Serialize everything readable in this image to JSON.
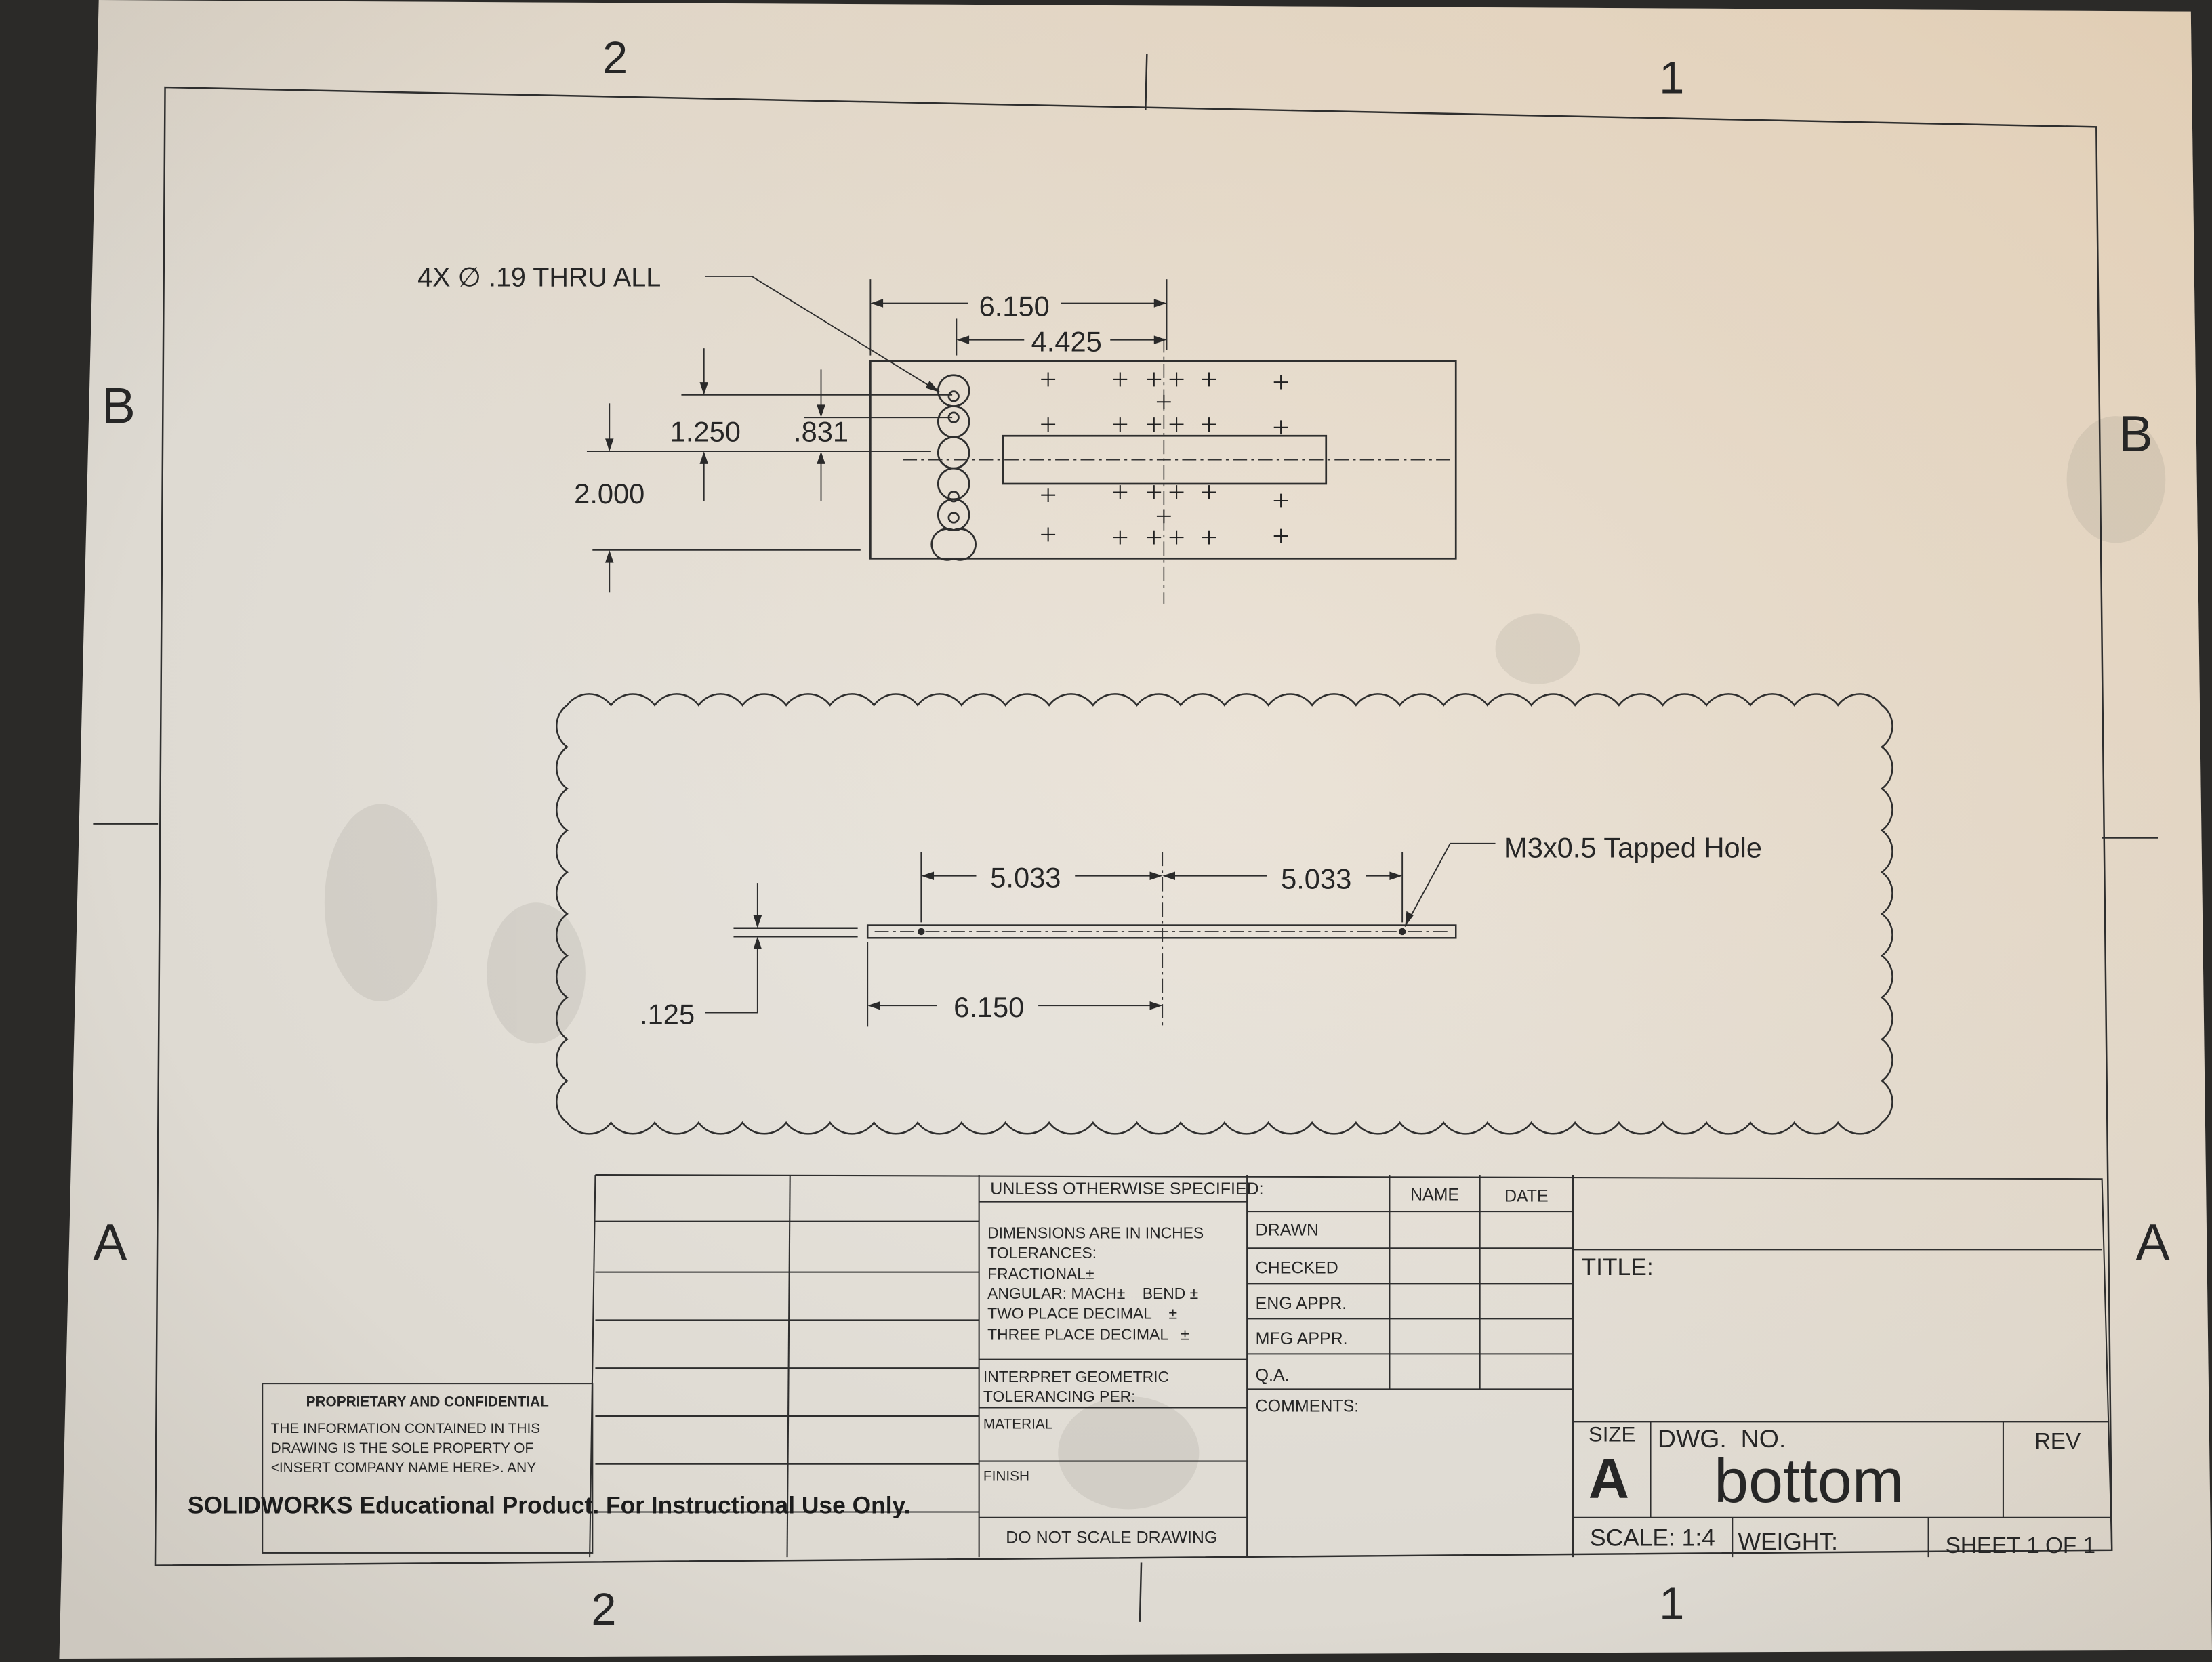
{
  "zones": {
    "top": [
      "2",
      "1"
    ],
    "bottom": [
      "2",
      "1"
    ],
    "left": [
      "B",
      "A"
    ],
    "right": [
      "B",
      "A"
    ]
  },
  "top_view": {
    "holes_note": "4X ∅ .19 THRU ALL",
    "dim_a": "6.150",
    "dim_b": "4.425",
    "dim_c": "1.250",
    "dim_d": ".831",
    "dim_e": "2.000"
  },
  "side_view": {
    "dim_left": "5.033",
    "dim_right": "5.033",
    "dim_thickness": ".125",
    "dim_bottom": "6.150",
    "tapped_hole_note": "M3x0.5 Tapped Hole"
  },
  "title_block": {
    "unless_specified": "UNLESS OTHERWISE SPECIFIED:",
    "name_header": "NAME",
    "date_header": "DATE",
    "tolerance_lines": [
      "DIMENSIONS ARE IN INCHES",
      "TOLERANCES:",
      "FRACTIONAL±",
      "ANGULAR: MACH±    BEND ±",
      "TWO PLACE DECIMAL    ±",
      "THREE PLACE DECIMAL   ±"
    ],
    "rows": [
      "DRAWN",
      "CHECKED",
      "ENG APPR.",
      "MFG APPR.",
      "Q.A."
    ],
    "comments": "COMMENTS:",
    "interpret_lines": [
      "INTERPRET GEOMETRIC",
      "TOLERANCING PER:"
    ],
    "material": "MATERIAL",
    "finish": "FINISH",
    "do_not_scale": "DO NOT SCALE DRAWING",
    "title_label": "TITLE:",
    "size_label": "SIZE",
    "size_value": "A",
    "dwg_no_label": "DWG.  NO.",
    "dwg_no_value": "bottom",
    "rev_label": "REV",
    "scale": "SCALE: 1:4",
    "weight": "WEIGHT:",
    "sheet": "SHEET 1 OF 1",
    "proprietary_title": "PROPRIETARY AND CONFIDENTIAL",
    "proprietary_lines": [
      "THE INFORMATION CONTAINED IN THIS",
      "DRAWING IS THE SOLE PROPERTY OF",
      "<INSERT COMPANY NAME HERE>.  ANY"
    ],
    "watermark": "SOLIDWORKS Educational Product. For Instructional Use Only."
  }
}
